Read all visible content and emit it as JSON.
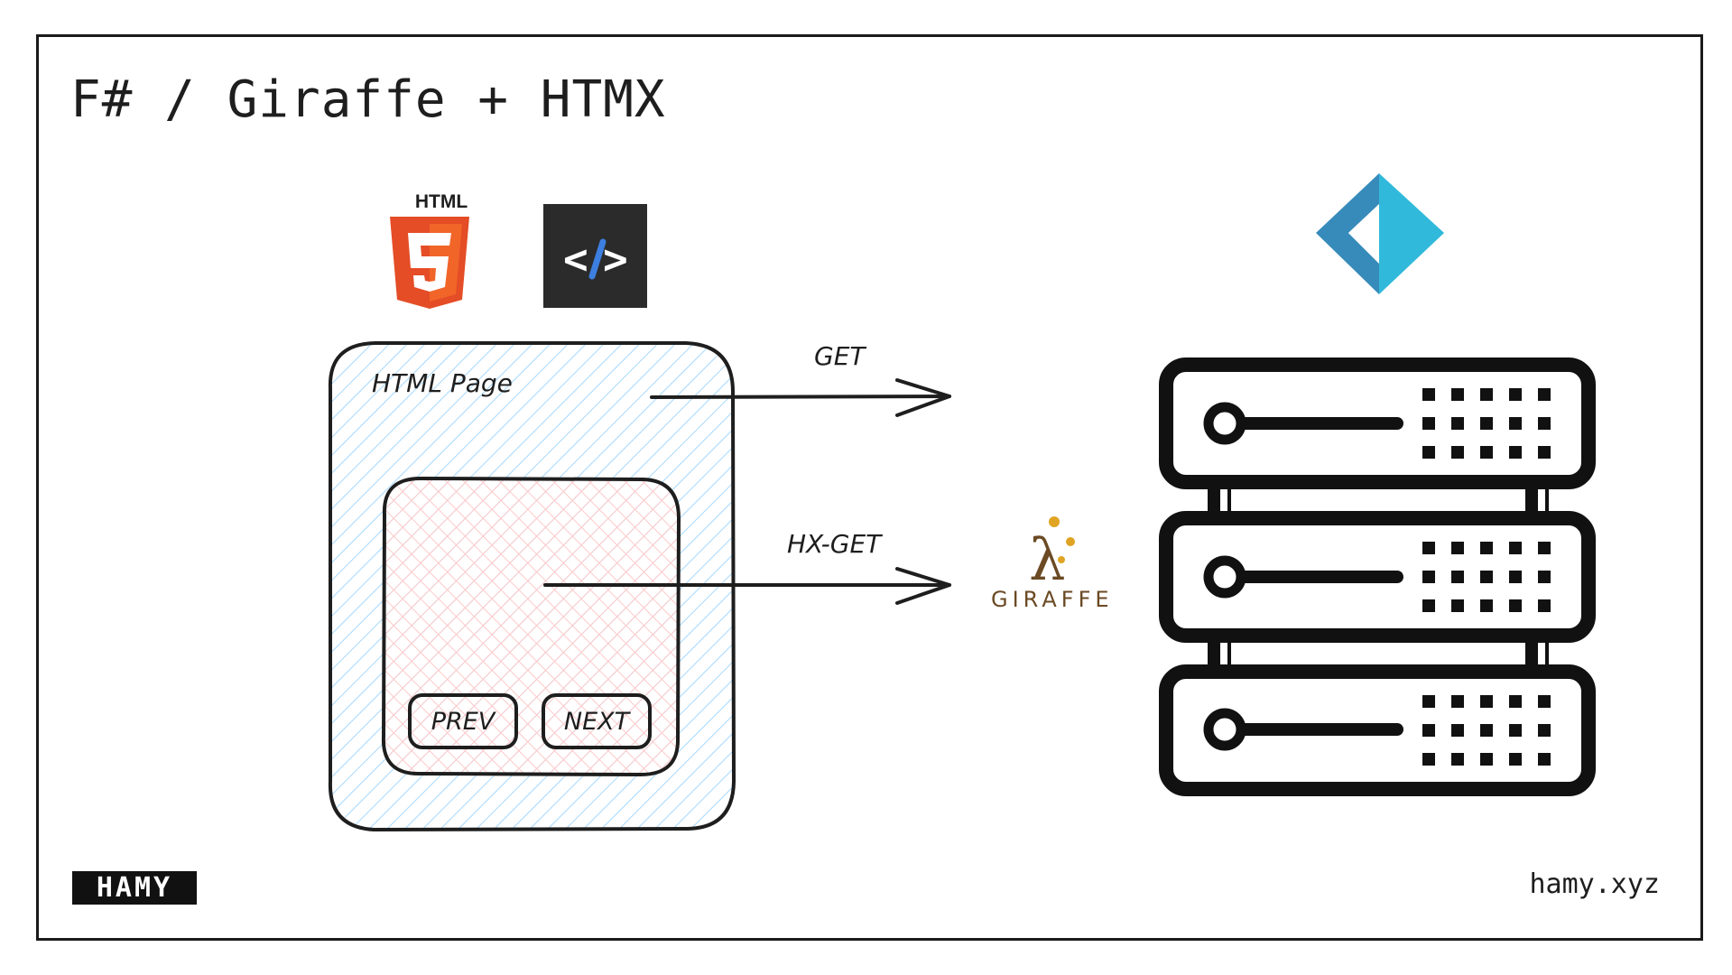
{
  "slide": {
    "title": "F# / Giraffe + HTMX",
    "site_url": "hamy.xyz",
    "brand_logo_text": "HAMY"
  },
  "logos": {
    "html5_label": "HTML",
    "html5_shield_text": "5",
    "code_icon_text": "</>",
    "giraffe_label": "GIRAFFE",
    "giraffe_symbol": "λ"
  },
  "diagram": {
    "html_page_label": "HTML Page",
    "get_label": "GET",
    "hx_get_label": "HX-GET",
    "prev_button": "PREV",
    "next_button": "NEXT"
  },
  "colors": {
    "html_page_fill": "#a5d8ff",
    "fragment_fill": "#ffc9c9",
    "html5_orange": "#e44d26",
    "html5_light": "#f16529",
    "fsharp_blue": "#378bba",
    "fsharp_light": "#30b9db",
    "giraffe_brown": "#6b4a24",
    "giraffe_gold": "#e0a424",
    "ink": "#1e1e1e"
  }
}
